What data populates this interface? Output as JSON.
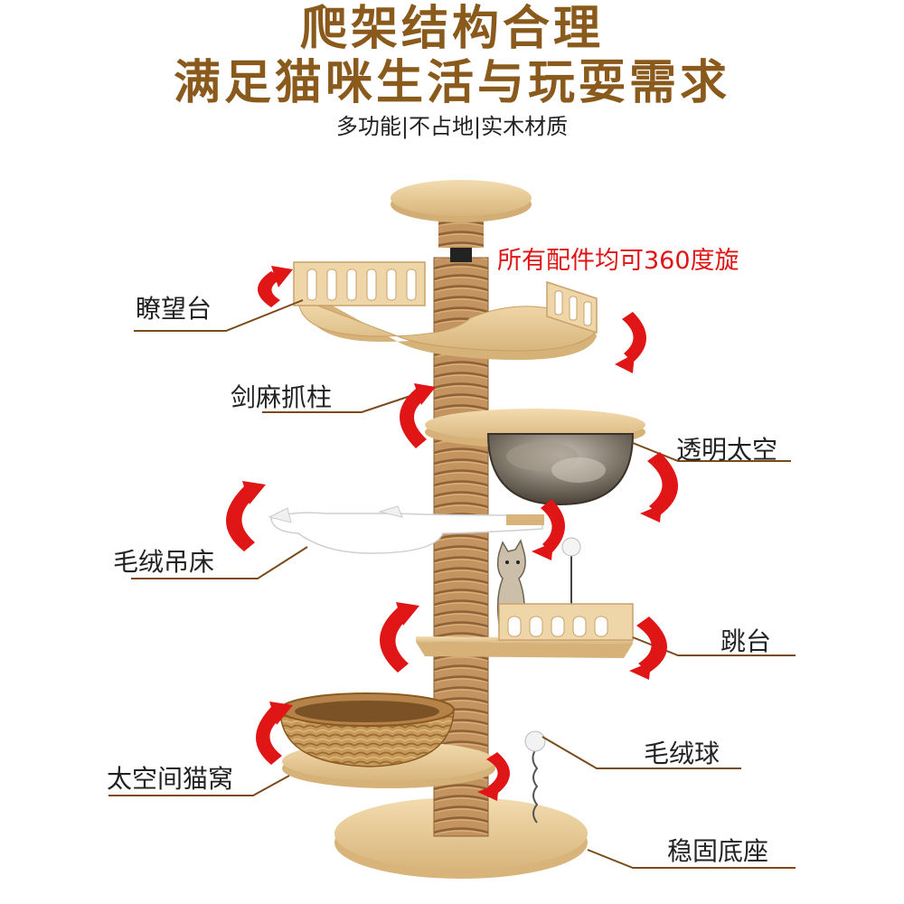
{
  "header": {
    "title_line1": "爬架结构合理",
    "title_line2": "满足猫咪生活与玩耍需求",
    "subtitle": "多功能|不占地|实木材质"
  },
  "rotate_note": "所有配件均可360度旋",
  "labels": {
    "lookout": "瞭望台",
    "sisal_post": "剑麻抓柱",
    "space_capsule": "透明太空",
    "plush_hammock": "毛绒吊床",
    "jump_platform": "跳台",
    "plush_ball": "毛绒球",
    "space_nest": "太空间猫窝",
    "stable_base": "稳固底座"
  },
  "colors": {
    "title": "#8a5a1c",
    "arrow": "#e01515",
    "wood": "#e8cc98",
    "rope": "#b98a55",
    "leader_line": "#7a4a1a"
  }
}
